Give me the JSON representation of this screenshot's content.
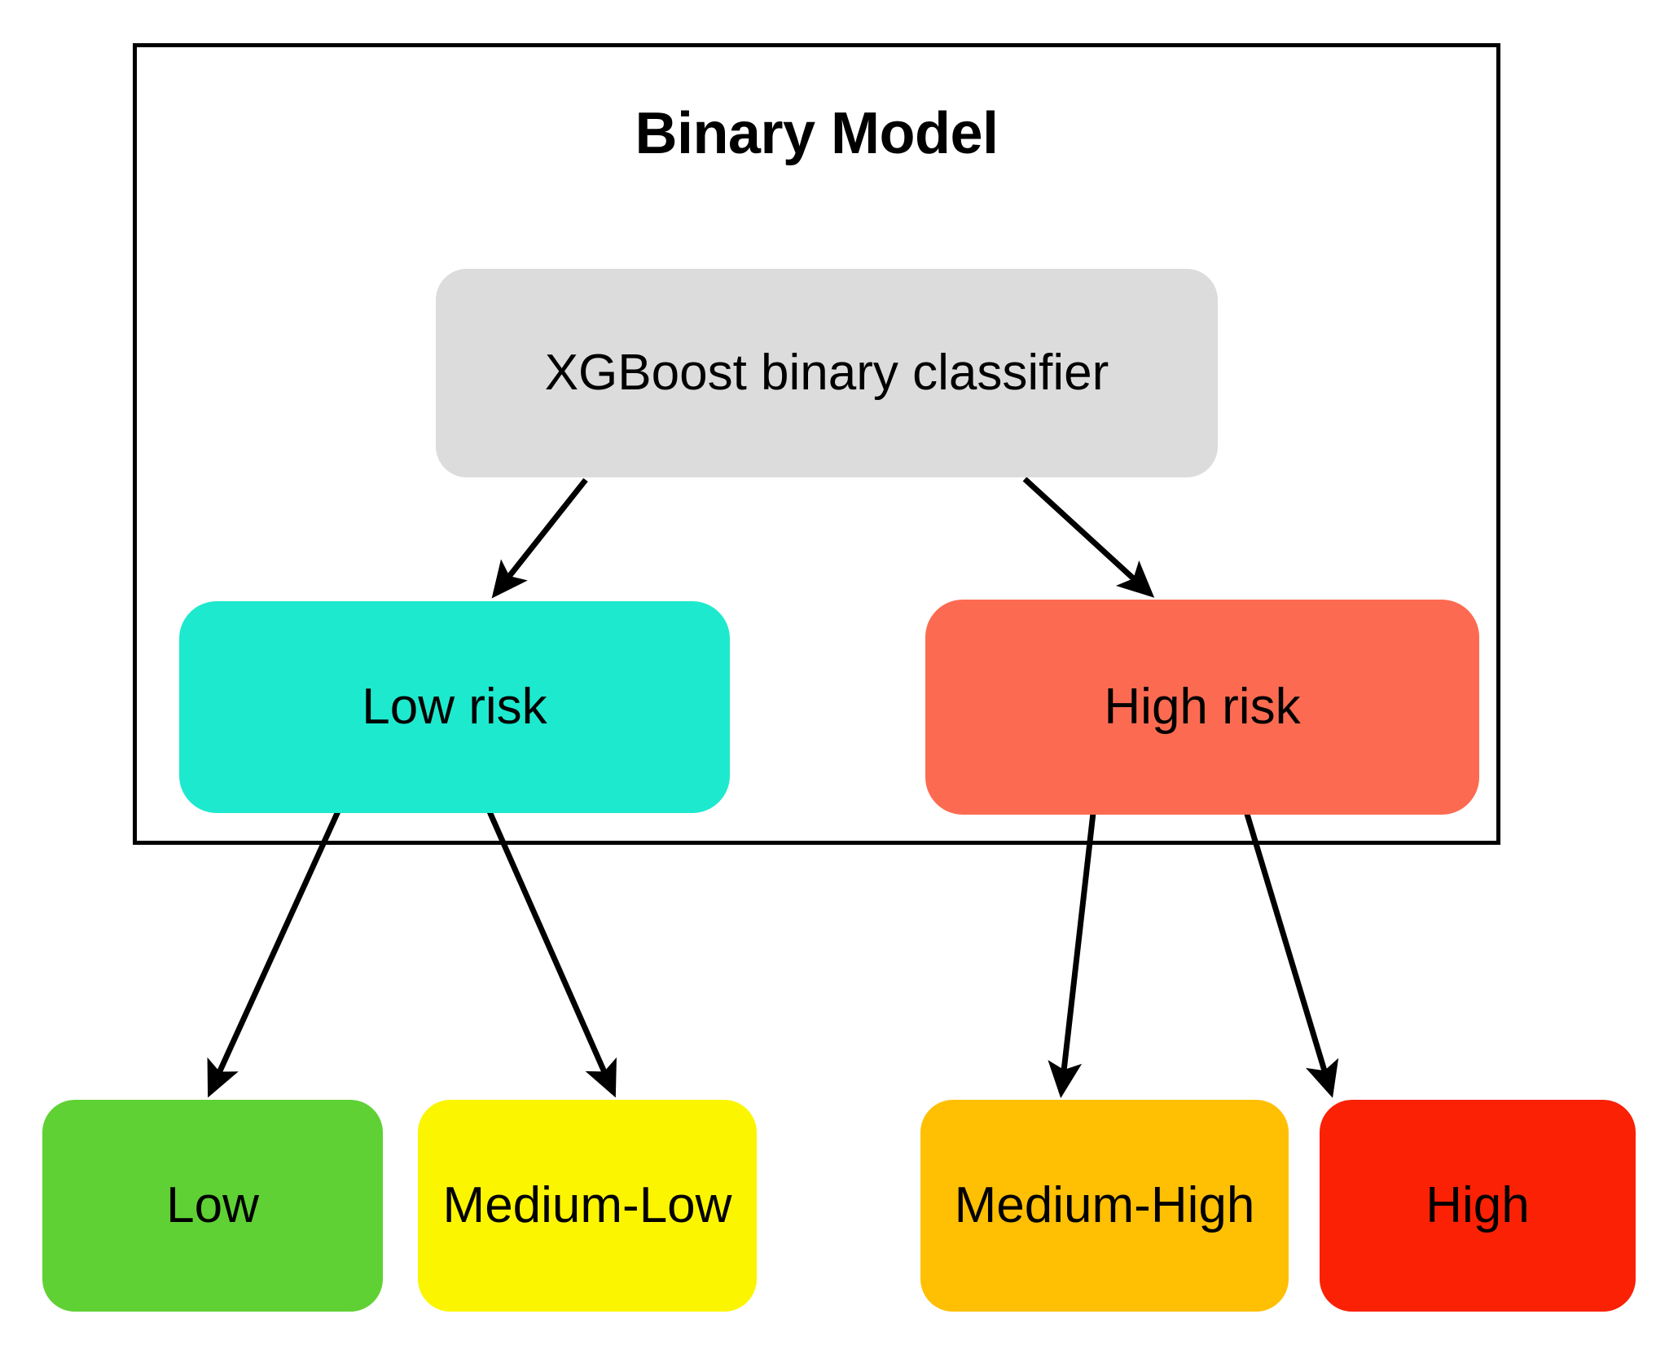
{
  "diagram": {
    "title": "Binary Model",
    "type": "flowchart",
    "background": "#ffffff",
    "frame": {
      "label": "Binary Model",
      "border_color": "#000000"
    },
    "nodes": [
      {
        "id": "classifier",
        "label": "XGBoost binary classifier",
        "color": "#dcdcdc"
      },
      {
        "id": "low-risk",
        "label": "Low risk",
        "color": "#1de9ce"
      },
      {
        "id": "high-risk",
        "label": "High risk",
        "color": "#fc6b51"
      },
      {
        "id": "low",
        "label": "Low",
        "color": "#5fd134"
      },
      {
        "id": "medium-low",
        "label": "Medium-Low",
        "color": "#fcf500"
      },
      {
        "id": "medium-high",
        "label": "Medium-High",
        "color": "#ffbf03"
      },
      {
        "id": "high",
        "label": "High",
        "color": "#fa2104"
      }
    ],
    "edges": [
      {
        "from": "classifier",
        "to": "low-risk"
      },
      {
        "from": "classifier",
        "to": "high-risk"
      },
      {
        "from": "low-risk",
        "to": "low"
      },
      {
        "from": "low-risk",
        "to": "medium-low"
      },
      {
        "from": "high-risk",
        "to": "medium-high"
      },
      {
        "from": "high-risk",
        "to": "high"
      }
    ],
    "edge_color": "#000000"
  }
}
